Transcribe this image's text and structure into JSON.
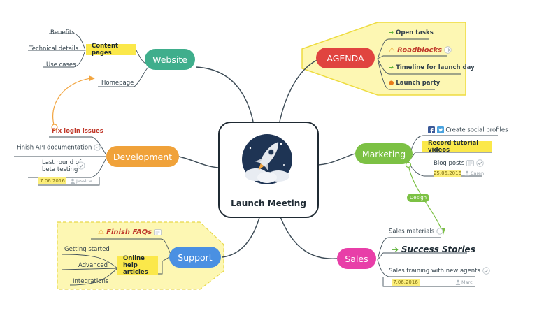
{
  "center": {
    "title": "Launch Meeting",
    "icon": "rocket-icon"
  },
  "website": {
    "label": "Website",
    "color": "#3fae8c",
    "content_pages": "Content pages",
    "children": [
      "Benefits",
      "Technical details",
      "Use cases"
    ],
    "homepage": "Homepage"
  },
  "development": {
    "label": "Development",
    "color": "#f0a23a",
    "fix_login": "Fix login issues",
    "api_doc": "Finish API documentation",
    "beta_line1": "Last round of",
    "beta_line2": "beta testing",
    "date": "7.06.2016",
    "assignee": "Jessica"
  },
  "support": {
    "label": "Support",
    "color": "#4a90e2",
    "finish_faqs": "Finish FAQs",
    "online_help_line1": "Online help",
    "online_help_line2": "articles",
    "children": [
      "Getting started",
      "Advanced",
      "Integrations"
    ]
  },
  "agenda": {
    "label": "AGENDA",
    "color": "#e0443f",
    "items": [
      "Open tasks",
      "Roadblocks",
      "Timeline for launch day",
      "Launch party"
    ]
  },
  "marketing": {
    "label": "Marketing",
    "color": "#7cc144",
    "social": "Create social profiles",
    "tutorial": "Record tutorial videos",
    "blog": "Blog posts",
    "date": "25.06.2016",
    "assignee": "Caren",
    "relation": "Design"
  },
  "sales": {
    "label": "Sales",
    "color": "#e83ea8",
    "materials": "Sales materials",
    "success": "Success Stories",
    "training": "Sales training with new agents",
    "date": "7.06.2016",
    "assignee": "Marc"
  }
}
